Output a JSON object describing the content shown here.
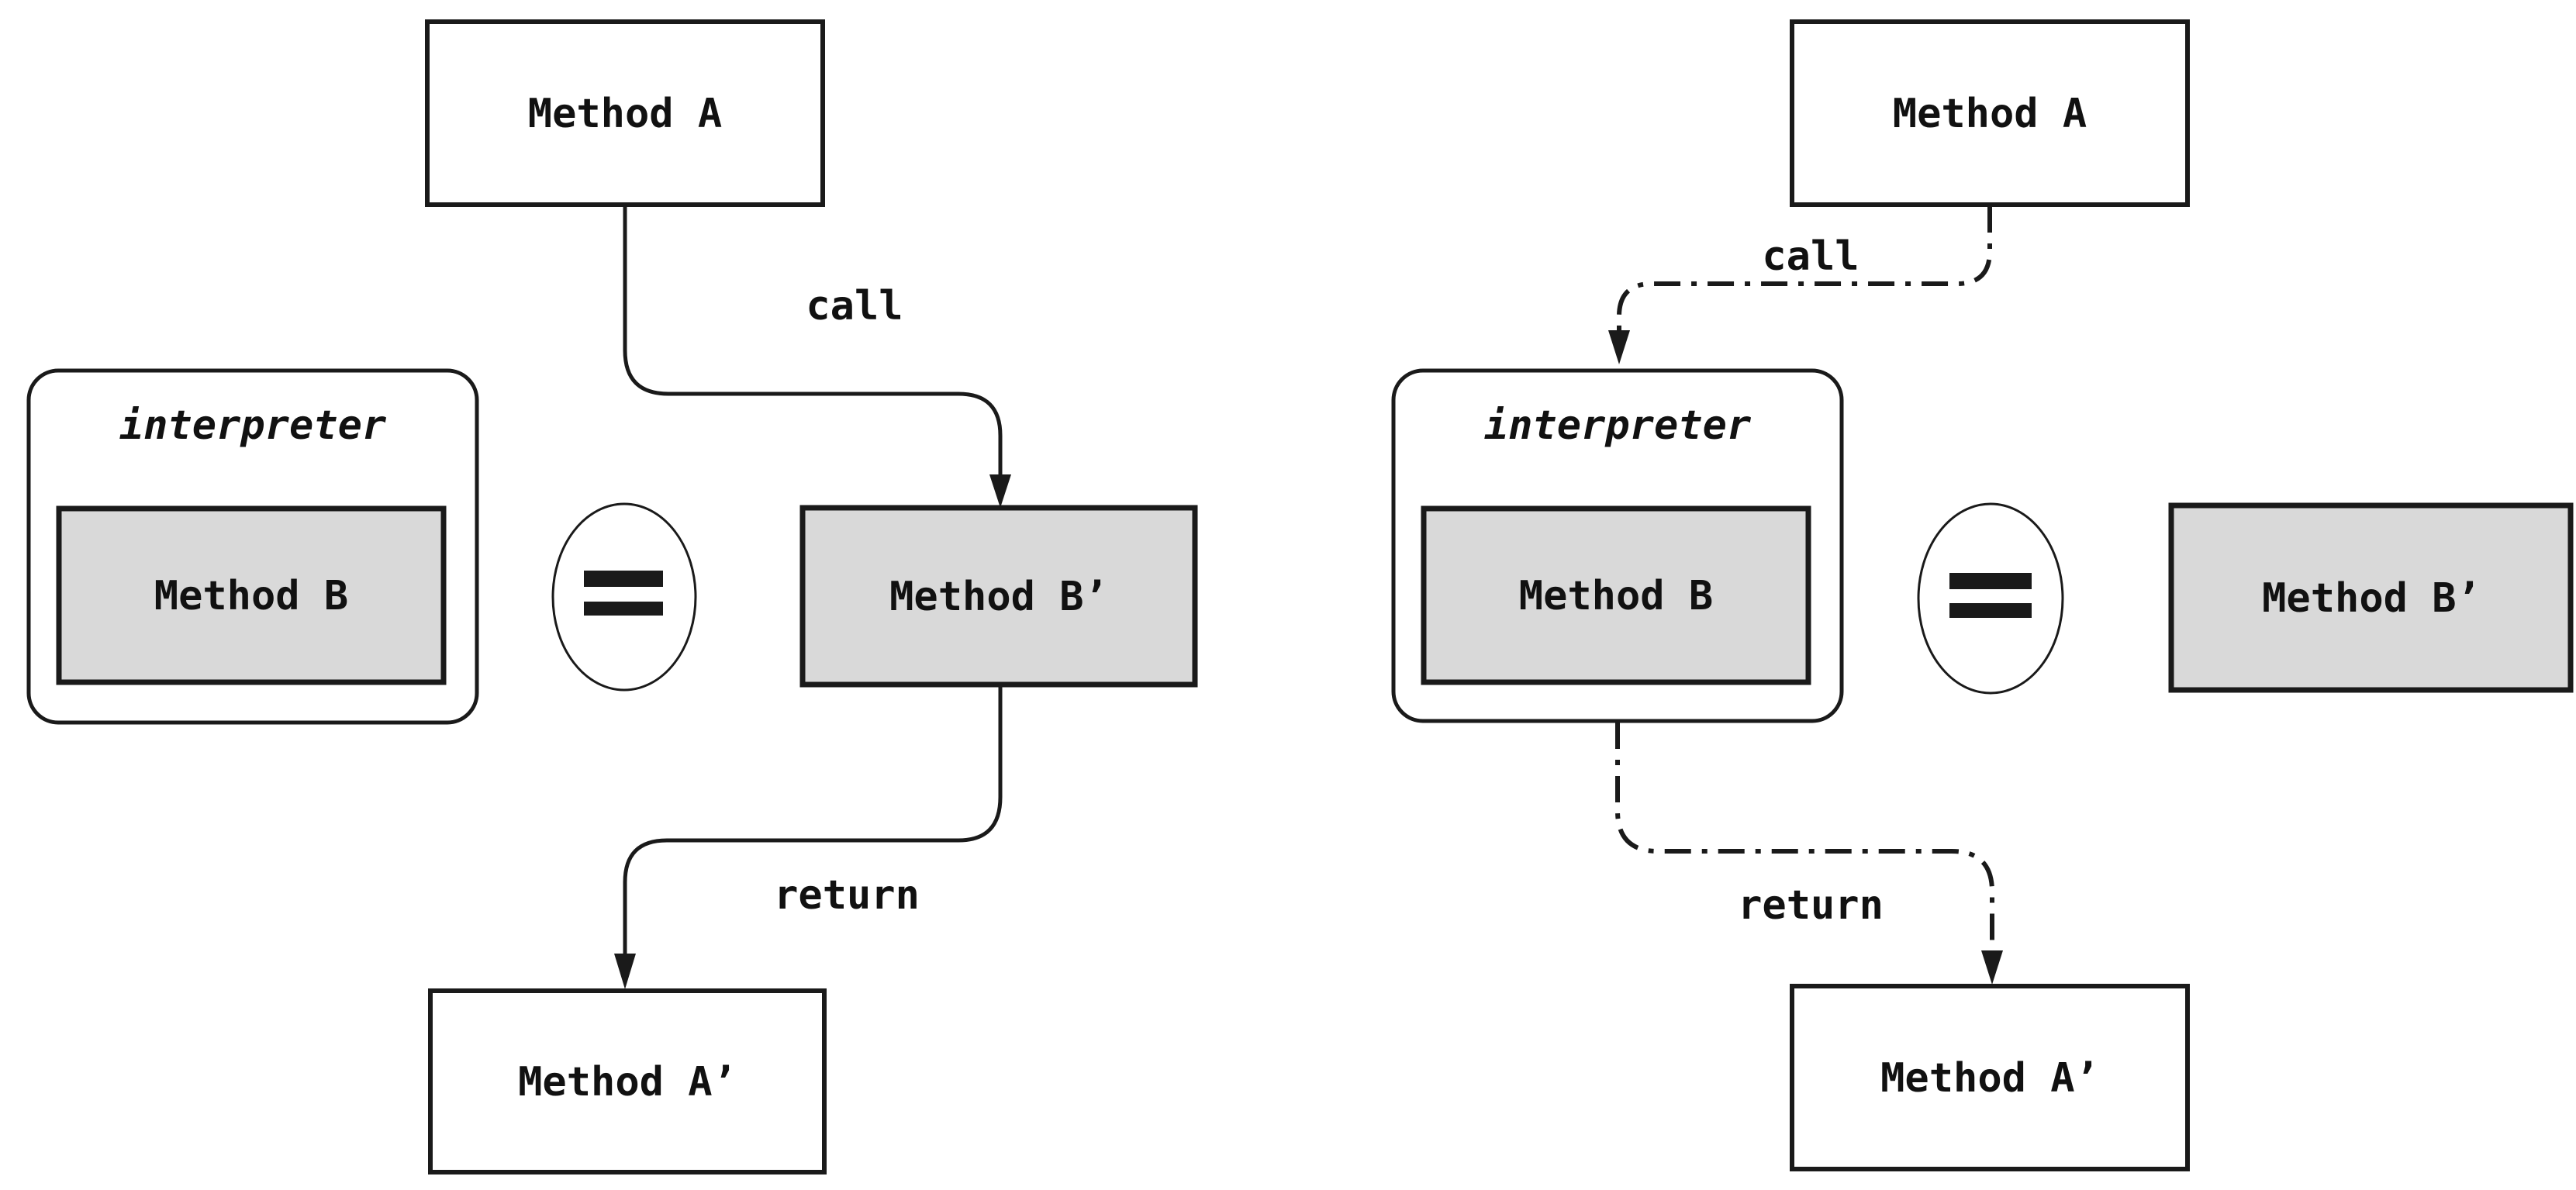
{
  "figure": {
    "background": "#ffffff",
    "colors": {
      "stroke": "#1a1a1a",
      "gray_fill": "#d9d9d9",
      "white_fill": "#ffffff",
      "text": "#111111"
    },
    "left": {
      "line_style": "solid",
      "method_a": "Method A",
      "call_label": "call",
      "interpreter_label": "interpreter",
      "method_b": "Method B",
      "equals_symbol": "=",
      "method_b_prime": "Method B’",
      "return_label": "return",
      "method_a_prime": "Method A’"
    },
    "right": {
      "line_style": "dash-dot",
      "method_a": "Method A",
      "call_label": "call",
      "interpreter_label": "interpreter",
      "method_b": "Method B",
      "equals_symbol": "=",
      "method_b_prime": "Method B’",
      "return_label": "return",
      "method_a_prime": "Method A’"
    }
  }
}
